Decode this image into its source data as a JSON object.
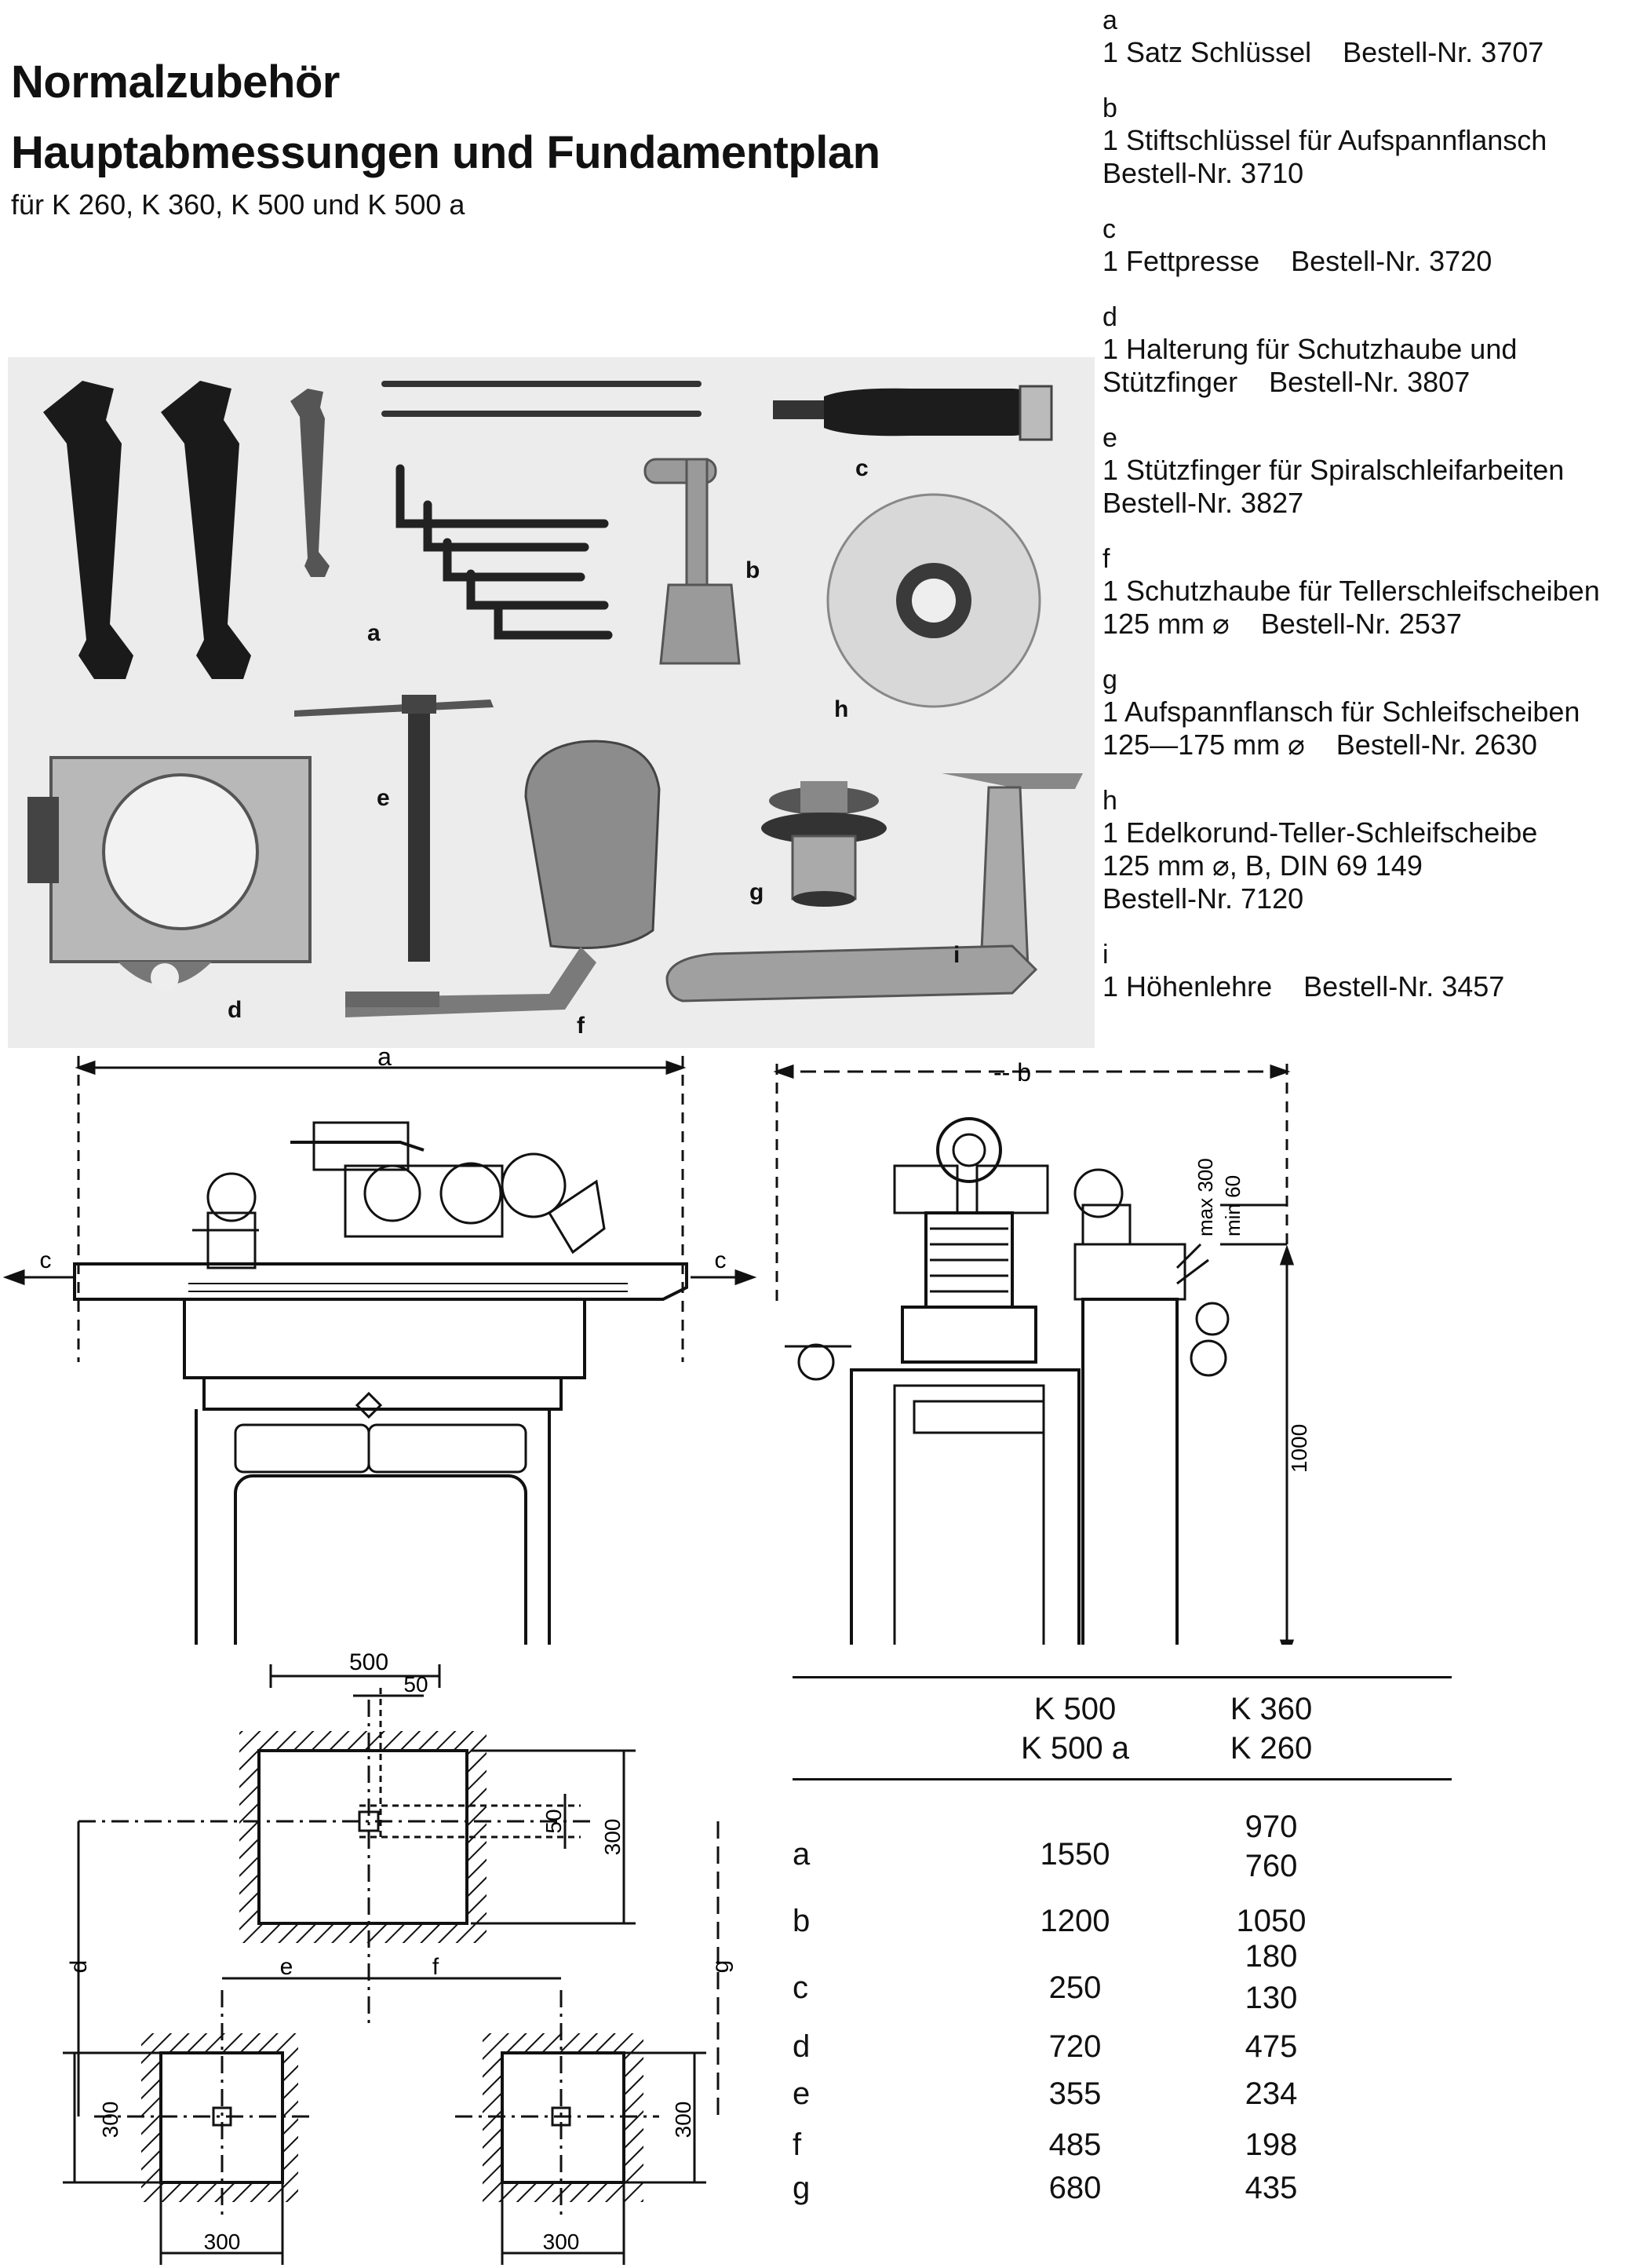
{
  "header": {
    "title_line1": "Normalzubehör",
    "title_line2": "Hauptabmessungen und Fundamentplan",
    "subtitle": "für K 260, K 360, K 500 und K 500 a"
  },
  "accessories": [
    {
      "key": "a",
      "lines": [
        "1 Satz Schlüssel    Bestell-Nr. 3707"
      ]
    },
    {
      "key": "b",
      "lines": [
        "1 Stiftschlüssel für Aufspannflansch",
        "Bestell-Nr. 3710"
      ]
    },
    {
      "key": "c",
      "lines": [
        "1 Fettpresse    Bestell-Nr. 3720"
      ]
    },
    {
      "key": "d",
      "lines": [
        "1 Halterung für Schutzhaube und",
        "Stützfinger    Bestell-Nr. 3807"
      ]
    },
    {
      "key": "e",
      "lines": [
        "1 Stützfinger für Spiralschleifarbeiten",
        "Bestell-Nr. 3827"
      ]
    },
    {
      "key": "f",
      "lines": [
        "1 Schutzhaube für Tellerschleifscheiben",
        "125 mm ⌀    Bestell-Nr. 2537"
      ]
    },
    {
      "key": "g",
      "lines": [
        "1 Aufspannflansch für Schleifscheiben",
        "125—175 mm ⌀    Bestell-Nr. 2630"
      ]
    },
    {
      "key": "h",
      "lines": [
        "1 Edelkorund-Teller-Schleifscheibe",
        "125 mm ⌀, B, DIN 69 149",
        "Bestell-Nr. 7120"
      ]
    },
    {
      "key": "i",
      "lines": [
        "1 Höhenlehre    Bestell-Nr. 3457"
      ]
    }
  ],
  "photo_labels": {
    "a": "a",
    "b": "b",
    "c": "c",
    "d": "d",
    "e": "e",
    "f": "f",
    "g": "g",
    "h": "h",
    "i": "i"
  },
  "drawing_labels": {
    "dim_a": "a",
    "dim_b": "-- b",
    "dim_c_left": "c",
    "dim_c_right": "c",
    "max_300": "max 300",
    "min_60": "min 60",
    "h_1000": "1000"
  },
  "foundation_labels": {
    "w500": "500",
    "w50": "50",
    "h50": "50",
    "h300_top": "300",
    "d": "d",
    "g": "g",
    "e": "e",
    "f": "f",
    "h300_left": "300",
    "h300_right": "300",
    "w300_left": "300",
    "w300_right": "300"
  },
  "table": {
    "col1_line1": "K 500",
    "col1_line2": "K 500 a",
    "col2_line1": "K 360",
    "col2_line2": "K 260",
    "rows": [
      {
        "key": "a",
        "v1": "1550",
        "v2a": "970",
        "v2b": "760"
      },
      {
        "key": "b",
        "v1": "1200",
        "v2a": "1050",
        "v2b": ""
      },
      {
        "key": "c",
        "v1": "250",
        "v2a": "180",
        "v2b": "130"
      },
      {
        "key": "d",
        "v1": "720",
        "v2a": "475",
        "v2b": ""
      },
      {
        "key": "e",
        "v1": "355",
        "v2a": "234",
        "v2b": ""
      },
      {
        "key": "f",
        "v1": "485",
        "v2a": "198",
        "v2b": ""
      },
      {
        "key": "g",
        "v1": "680",
        "v2a": "435",
        "v2b": ""
      }
    ]
  }
}
